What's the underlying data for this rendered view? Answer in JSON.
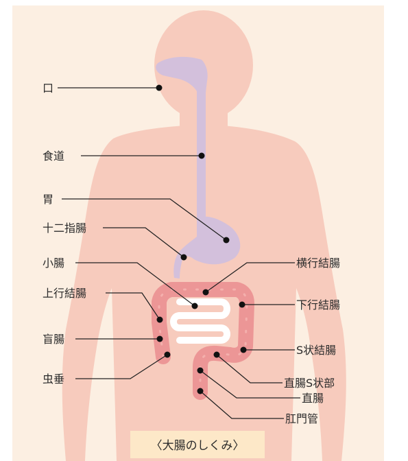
{
  "caption": "〈大腸のしくみ〉",
  "colors": {
    "background": "#fcefe2",
    "body": "#f7cbbd",
    "upper_tract": "#d3c0dc",
    "large_intestine": "#ec9696",
    "small_intestine": "#ffffff",
    "caption_box": "#fde8c8",
    "leader_line": "#222222"
  },
  "labels": {
    "mouth": "口",
    "esophagus": "食道",
    "stomach": "胃",
    "duodenum": "十二指腸",
    "small_intestine": "小腸",
    "ascending_colon": "上行結腸",
    "cecum": "盲腸",
    "appendix": "虫垂",
    "transverse_colon": "横行結腸",
    "descending_colon": "下行結腸",
    "sigmoid_colon": "S状結腸",
    "rectosigmoid": "直腸S状部",
    "rectum": "直腸",
    "anal_canal": "肛門管"
  }
}
